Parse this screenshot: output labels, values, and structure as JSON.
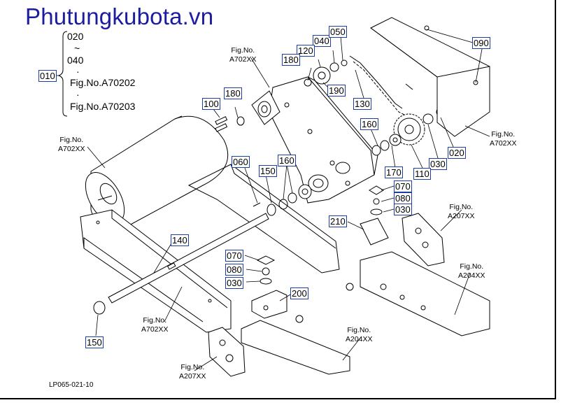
{
  "site_title": "Phutungkubota.vn",
  "range_note": {
    "from": "020",
    "tilde": "~",
    "to": "040",
    "dot1": "·",
    "fig1": "Fig.No.A70202",
    "dot2": "·",
    "fig2": "Fig.No.A70203"
  },
  "parts": [
    "010",
    "020",
    "030",
    "040",
    "050",
    "060",
    "070",
    "080",
    "090",
    "100",
    "110",
    "120",
    "130",
    "140",
    "150",
    "160",
    "170",
    "180",
    "190",
    "200",
    "210"
  ],
  "fig_refs": {
    "fig_no": "Fig.No.",
    "a702": "A702XX",
    "a207": "A207XX",
    "a204": "A204XX"
  },
  "drawing_id": "LP065-021-10",
  "colors": {
    "title": "#1c1ca0",
    "label_border": "#1c3fa6",
    "line": "#000000"
  }
}
